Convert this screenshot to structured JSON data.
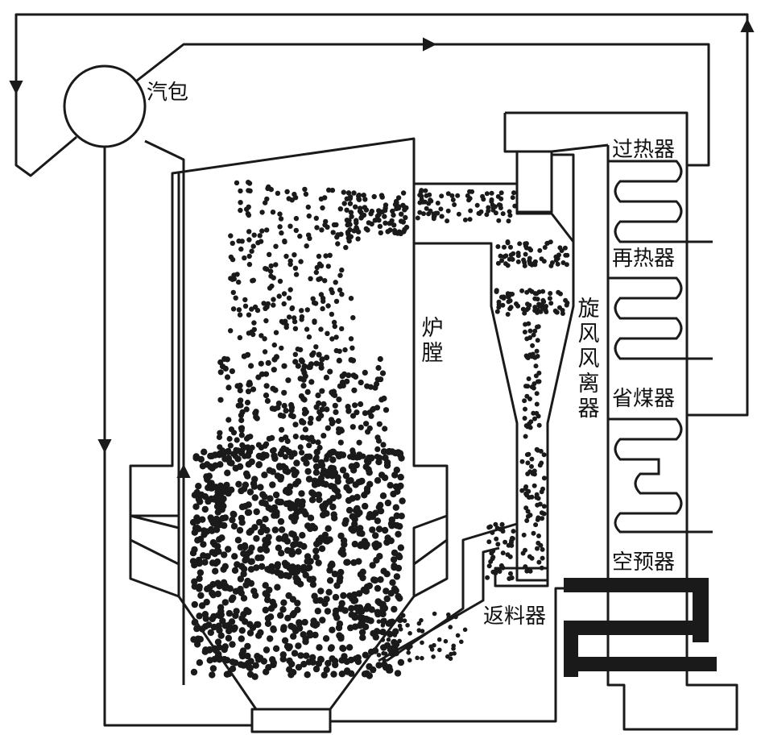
{
  "labels": {
    "drum": "汽包",
    "furnace": "炉膛",
    "cyclone": "旋风风离器",
    "superheater": "过热器",
    "reheater": "再热器",
    "economizer": "省煤器",
    "air_preheater": "空预器",
    "loop_seal": "返料器"
  },
  "colors": {
    "line": "#1a1a1a",
    "particle": "#1a1a1a",
    "background": "#ffffff"
  }
}
